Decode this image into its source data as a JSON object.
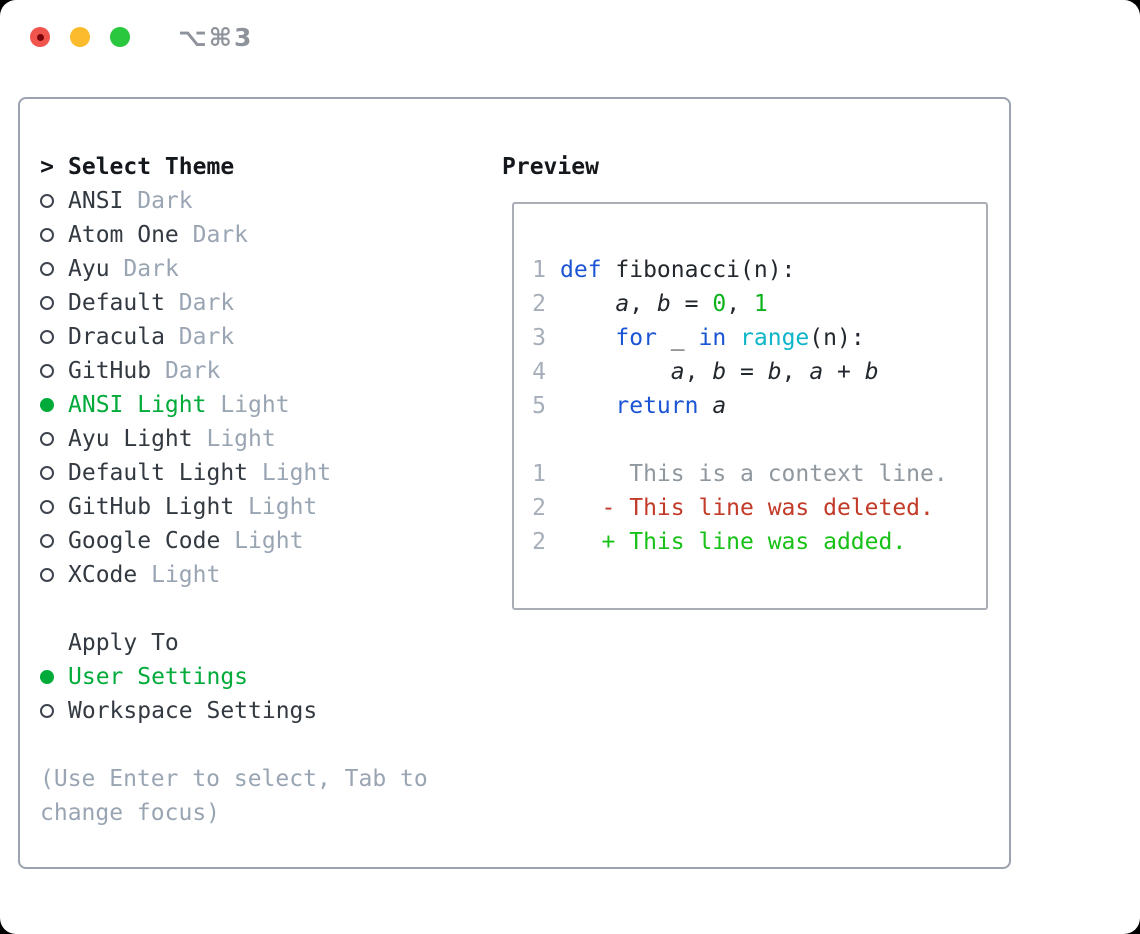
{
  "window": {
    "title": "⌥⌘3"
  },
  "theme_picker": {
    "heading_marker": ">",
    "heading": "Select Theme",
    "items": [
      {
        "name": "ANSI",
        "variant": "Dark",
        "selected": false
      },
      {
        "name": "Atom One",
        "variant": "Dark",
        "selected": false
      },
      {
        "name": "Ayu",
        "variant": "Dark",
        "selected": false
      },
      {
        "name": "Default",
        "variant": "Dark",
        "selected": false
      },
      {
        "name": "Dracula",
        "variant": "Dark",
        "selected": false
      },
      {
        "name": "GitHub",
        "variant": "Dark",
        "selected": false
      },
      {
        "name": "ANSI Light",
        "variant": "Light",
        "selected": true
      },
      {
        "name": "Ayu Light",
        "variant": "Light",
        "selected": false
      },
      {
        "name": "Default Light",
        "variant": "Light",
        "selected": false
      },
      {
        "name": "GitHub Light",
        "variant": "Light",
        "selected": false
      },
      {
        "name": "Google Code",
        "variant": "Light",
        "selected": false
      },
      {
        "name": "XCode",
        "variant": "Light",
        "selected": false
      }
    ]
  },
  "apply_to": {
    "heading": "Apply To",
    "options": [
      {
        "label": "User Settings",
        "selected": true
      },
      {
        "label": "Workspace Settings",
        "selected": false
      }
    ]
  },
  "help_text": "(Use Enter to select, Tab to change focus)",
  "preview": {
    "heading": "Preview",
    "code_lines": [
      {
        "num": "1",
        "segments": [
          {
            "t": "def",
            "c": "kw"
          },
          {
            "t": " fibonacci(n):",
            "c": "plain"
          }
        ]
      },
      {
        "num": "2",
        "segments": [
          {
            "t": "    ",
            "c": "plain"
          },
          {
            "t": "a",
            "c": "var"
          },
          {
            "t": ", ",
            "c": "plain"
          },
          {
            "t": "b",
            "c": "var"
          },
          {
            "t": " = ",
            "c": "plain"
          },
          {
            "t": "0",
            "c": "num"
          },
          {
            "t": ", ",
            "c": "plain"
          },
          {
            "t": "1",
            "c": "num"
          }
        ]
      },
      {
        "num": "3",
        "segments": [
          {
            "t": "    ",
            "c": "plain"
          },
          {
            "t": "for",
            "c": "kw"
          },
          {
            "t": " _ ",
            "c": "plain"
          },
          {
            "t": "in",
            "c": "kw"
          },
          {
            "t": " ",
            "c": "plain"
          },
          {
            "t": "range",
            "c": "fn"
          },
          {
            "t": "(n):",
            "c": "plain"
          }
        ]
      },
      {
        "num": "4",
        "segments": [
          {
            "t": "        ",
            "c": "plain"
          },
          {
            "t": "a",
            "c": "var"
          },
          {
            "t": ", ",
            "c": "plain"
          },
          {
            "t": "b",
            "c": "var"
          },
          {
            "t": " = ",
            "c": "plain"
          },
          {
            "t": "b",
            "c": "var"
          },
          {
            "t": ", ",
            "c": "plain"
          },
          {
            "t": "a",
            "c": "var"
          },
          {
            "t": " + ",
            "c": "plain"
          },
          {
            "t": "b",
            "c": "var"
          }
        ]
      },
      {
        "num": "5",
        "segments": [
          {
            "t": "    ",
            "c": "plain"
          },
          {
            "t": "return",
            "c": "kw"
          },
          {
            "t": " ",
            "c": "plain"
          },
          {
            "t": "a",
            "c": "var"
          }
        ]
      }
    ],
    "diff_lines": [
      {
        "num": "1",
        "segments": [
          {
            "t": "     This is a context line.",
            "c": "ctx"
          }
        ]
      },
      {
        "num": "2",
        "segments": [
          {
            "t": "   - This line was deleted.",
            "c": "del"
          }
        ]
      },
      {
        "num": "2",
        "segments": [
          {
            "t": "   + This line was added.",
            "c": "add"
          }
        ]
      }
    ]
  },
  "colors": {
    "close_red": "#f0544c",
    "close_dot": "#7a040c",
    "minimize_yellow": "#fcbb2d",
    "zoom_green": "#29c73e",
    "title_gray": "#8e939b",
    "border_gray": "#9aa3ae",
    "preview_border": "#a9aeb6",
    "accent_green": "#00ab3a",
    "keyword_blue": "#1b55d4",
    "function_cyan": "#0db5c8",
    "number_green": "#0db31b",
    "added_green": "#17c117",
    "deleted_red": "#c23a28",
    "context_gray": "#8f979f",
    "line_number_gray": "#a6aeba",
    "muted_gray": "#9aa5b3",
    "text_dark": "#333941",
    "heading_black": "#14171b",
    "radio_ring": "#3e454e",
    "code_plain": "#23282e"
  }
}
